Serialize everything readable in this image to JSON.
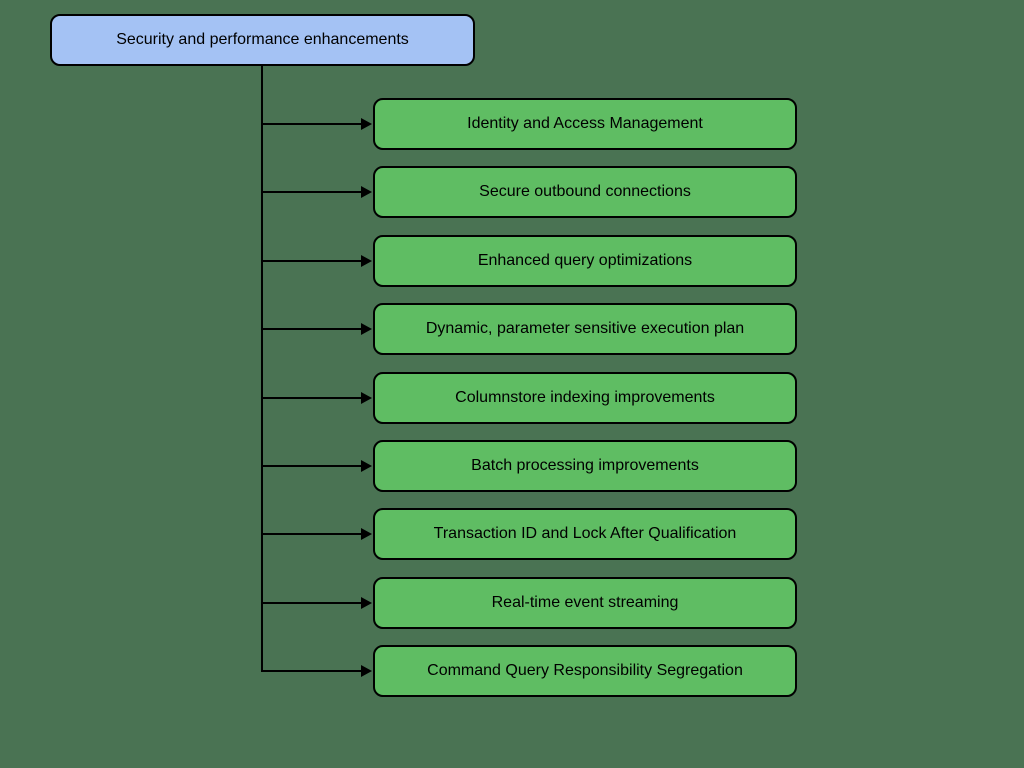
{
  "diagram": {
    "colors": {
      "background": "#4a7353",
      "root_fill": "#a4c2f4",
      "child_fill": "#5fbd63",
      "border": "#000000",
      "text": "#000000"
    },
    "root": {
      "label": "Security and performance enhancements"
    },
    "children": [
      {
        "label": "Identity and Access Management"
      },
      {
        "label": "Secure outbound connections"
      },
      {
        "label": "Enhanced query optimizations"
      },
      {
        "label": "Dynamic, parameter sensitive execution plan"
      },
      {
        "label": "Columnstore indexing improvements"
      },
      {
        "label": "Batch processing improvements"
      },
      {
        "label": "Transaction ID and Lock After Qualification"
      },
      {
        "label": "Real-time event streaming"
      },
      {
        "label": "Command Query Responsibility Segregation"
      }
    ]
  }
}
